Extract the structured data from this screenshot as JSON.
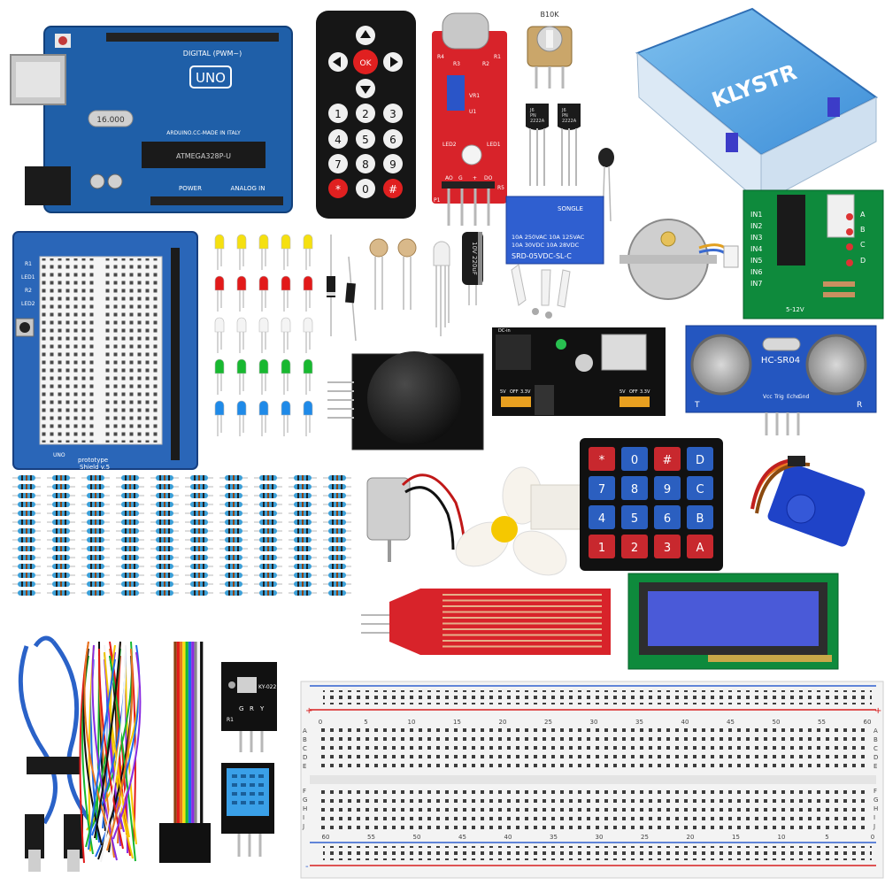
{
  "arduino": {
    "board_name": "UNO",
    "digital_label": "DIGITAL (PWM~)",
    "crystal": "16.000",
    "made_in": "ARDUINO.CC-MADE IN ITALY",
    "power_label": "POWER",
    "analog_label": "ANALOG IN",
    "chip_text": "ATMEGA328P-U"
  },
  "remote": {
    "ok_label": "OK",
    "keys": [
      "1",
      "2",
      "3",
      "4",
      "5",
      "6",
      "7",
      "8",
      "9",
      "*",
      "0",
      "#"
    ]
  },
  "sound_sensor": {
    "labels": [
      "R4",
      "R3",
      "R1",
      "R2",
      "VR1",
      "U1",
      "LED1",
      "LED2",
      "R5",
      "P1"
    ],
    "pins": [
      "AO",
      "G",
      "+",
      "DO"
    ]
  },
  "potentiometer": {
    "label": "B10K"
  },
  "transistor": {
    "lines": [
      "J6",
      "PN",
      "2222A"
    ]
  },
  "box": {
    "brand": "KLYSTR"
  },
  "relay": {
    "brand": "SONGLE",
    "lines": [
      "10A 250VAC 10A 125VAC",
      "10A  30VDC 10A  28VDC",
      "SRD-05VDC-SL-C"
    ]
  },
  "stepper_driver": {
    "inputs": [
      "IN1",
      "IN2",
      "IN3",
      "IN4",
      "IN5",
      "IN6",
      "IN7"
    ],
    "outputs": [
      "A",
      "B",
      "C",
      "D"
    ],
    "power": "5-12V"
  },
  "capacitor": {
    "label": "10V 220uF"
  },
  "power_module": {
    "labels": [
      "5V",
      "OFF",
      "3.3V",
      "5V",
      "OFF",
      "3.3V",
      "DC-in"
    ]
  },
  "ultrasonic": {
    "model": "HC-SR04",
    "pins": [
      "Vcc",
      "Trig",
      "Echo",
      "Gnd"
    ],
    "sides": [
      "T",
      "R"
    ]
  },
  "keypad": {
    "keys": [
      "*",
      "7",
      "4",
      "1",
      "0",
      "8",
      "5",
      "2",
      "#",
      "9",
      "6",
      "3",
      "D",
      "C",
      "B",
      "A"
    ]
  },
  "shield": {
    "labels": [
      "prototype",
      "Shield v.5",
      "UNO",
      "R1",
      "R2",
      "LED1",
      "LED2"
    ]
  },
  "ir_receiver": {
    "pins": [
      "G",
      "R",
      "Y"
    ],
    "model": "KY-022",
    "label": "R1"
  },
  "breadboard": {
    "top_numbers": [
      "0",
      "5",
      "10",
      "15",
      "20",
      "25",
      "30",
      "35",
      "40",
      "45",
      "50",
      "55",
      "60"
    ],
    "bottom_numbers": [
      "60",
      "55",
      "50",
      "45",
      "40",
      "35",
      "30",
      "25",
      "20",
      "15",
      "10",
      "5",
      "0"
    ],
    "rows_left": [
      "A",
      "B",
      "C",
      "D",
      "E",
      "F",
      "G",
      "H",
      "I",
      "J"
    ],
    "rows_right": [
      "A",
      "B",
      "C",
      "D",
      "E",
      "F",
      "G",
      "H",
      "I",
      "J"
    ],
    "rail_plus": "+",
    "rail_minus": "-"
  },
  "colors": {
    "arduino_blue": "#1f5fa8",
    "shield_blue": "#2a66b8",
    "relay_blue": "#2f5fd0",
    "sensor_red": "#d8232a",
    "pcb_green": "#0e8a3c",
    "lcd_screen": "#4a5ad8",
    "keypad_red": "#c8282e",
    "keypad_blue": "#2b5fc0"
  }
}
